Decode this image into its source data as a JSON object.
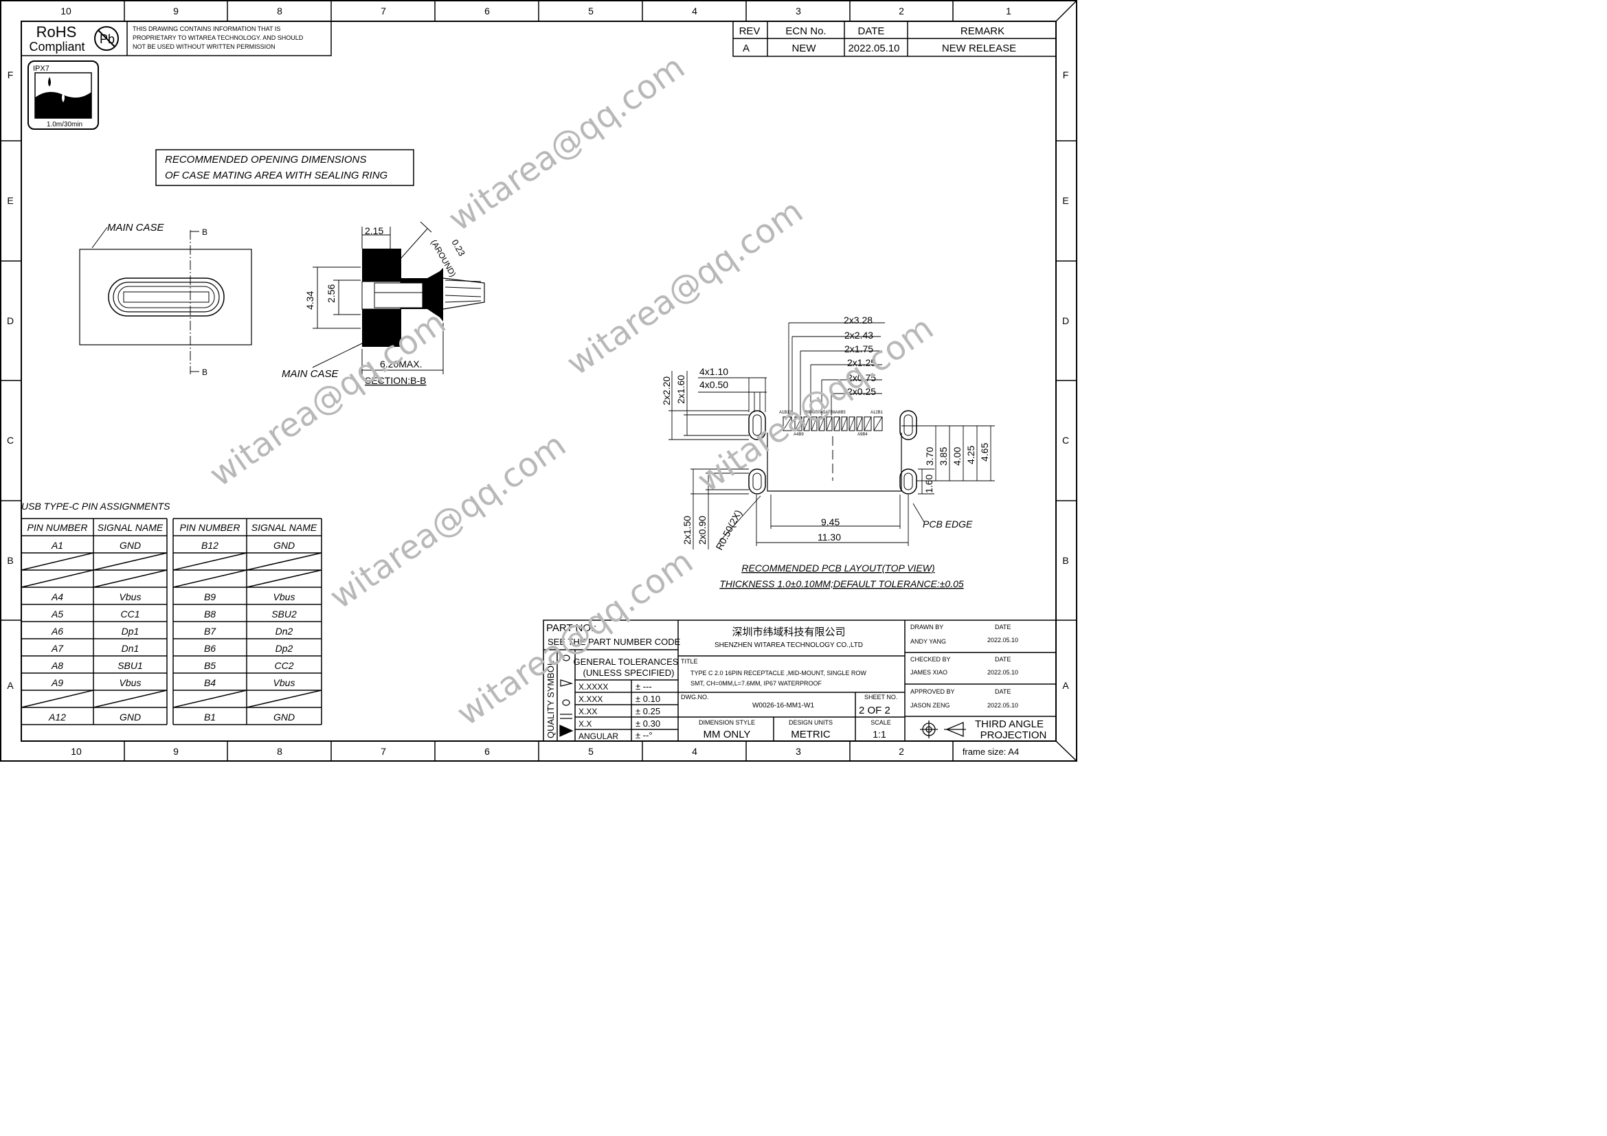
{
  "frame": {
    "col_labels": [
      "10",
      "9",
      "8",
      "7",
      "6",
      "5",
      "4",
      "3",
      "2",
      "1"
    ],
    "row_labels": [
      "F",
      "E",
      "D",
      "C",
      "B",
      "A"
    ],
    "frame_size": "frame size: A4"
  },
  "rohs": {
    "line1": "RoHS",
    "line2": "Compliant",
    "pb": "Pb",
    "notice": [
      "THIS DRAWING CONTAINS INFORMATION THAT IS",
      "PROPRIETARY TO  WITAREA TECHNOLOGY. AND SHOULD",
      "NOT BE USED WITHOUT WRITTEN PERMISSION"
    ]
  },
  "ipx7": {
    "label": "IPX7",
    "caption": "1.0m/30min"
  },
  "revision": {
    "headers": [
      "REV",
      "ECN No.",
      "DATE",
      "REMARK"
    ],
    "row": [
      "A",
      "NEW",
      "2022.05.10",
      "NEW RELEASE"
    ]
  },
  "opening_note": [
    "RECOMMENDED  OPENING  DIMENSIONS",
    "OF  CASE  MATING  AREA  WITH  SEALING  RING"
  ],
  "main_case_view": {
    "label": "MAIN  CASE",
    "section_mark": "B"
  },
  "section_view": {
    "dim_top": "2.15",
    "dim_diag": "0.23",
    "dim_diag_note": "(AROUND)",
    "dim_outer": "4.34",
    "dim_inner": "2.56",
    "dim_length": "6.20MAX.",
    "main_case": "MAIN  CASE",
    "caption": "SECTION:B-B"
  },
  "pcb": {
    "dims_top": [
      "2x3.28",
      "2x2.43",
      "2x1.75",
      "2x1.25",
      "2x0.75",
      "2x0.25"
    ],
    "dims_left": [
      "4x1.10",
      "4x0.50"
    ],
    "dims_vert_left": [
      "2x2.20",
      "2x1.60"
    ],
    "dims_right": [
      "3.70",
      "3.85",
      "4.00",
      "4.25",
      "4.65"
    ],
    "dim_160": "1.60",
    "dim_945": "9.45",
    "dim_1130": "11.30",
    "dims_lower_left": [
      "2x1.50",
      "2x0.90"
    ],
    "radius": "R0.50(2X)",
    "pcb_edge": "PCB  EDGE",
    "pin_labels_top": [
      "A1B12",
      "B9A6B7A5A7B8A8B5",
      "A12B1"
    ],
    "pin_labels_bottom": [
      "A4B9",
      "A9B4"
    ],
    "caption1": "RECOMMENDED  PCB  LAYOUT(TOP  VIEW)",
    "caption2": "THICKNESS  1.0±0.10MM;DEFAULT  TOLERANCE:±0.05"
  },
  "pin_table": {
    "title": "USB  TYPE-C  PIN  ASSIGNMENTS",
    "headers": [
      "PIN  NUMBER",
      "SIGNAL  NAME",
      "PIN  NUMBER",
      "SIGNAL  NAME"
    ],
    "rows": [
      [
        "A1",
        "GND",
        "B12",
        "GND"
      ],
      [
        "",
        "",
        "",
        ""
      ],
      [
        "",
        "",
        "",
        ""
      ],
      [
        "A4",
        "Vbus",
        "B9",
        "Vbus"
      ],
      [
        "A5",
        "CC1",
        "B8",
        "SBU2"
      ],
      [
        "A6",
        "Dp1",
        "B7",
        "Dn2"
      ],
      [
        "A7",
        "Dn1",
        "B6",
        "Dp2"
      ],
      [
        "A8",
        "SBU1",
        "B5",
        "CC2"
      ],
      [
        "A9",
        "Vbus",
        "B4",
        "Vbus"
      ],
      [
        "",
        "",
        "",
        ""
      ],
      [
        "A12",
        "GND",
        "B1",
        "GND"
      ]
    ]
  },
  "title_block": {
    "part_no": "PART  NO.:",
    "part_no_note": "SEE  THE  PART  NUMBER  CODE",
    "company_cn": "深圳市纬域科技有限公司",
    "company_en": "SHENZHEN WITAREA TECHNOLOGY CO.,LTD",
    "quality_symbol": "QUALITY  SYMBOL",
    "tol_title": [
      "GENERAL  TOLERANCES",
      "(UNLESS  SPECIFIED)"
    ],
    "tolerances": [
      [
        "X.XXXX",
        "± ---"
      ],
      [
        "X.XXX",
        "± 0.10"
      ],
      [
        "X.XX",
        "± 0.25"
      ],
      [
        "X.X",
        "± 0.30"
      ],
      [
        "ANGULAR",
        "± --°"
      ]
    ],
    "title_label": "TITLE",
    "title_text": [
      "TYPE C 2.0 16PIN RECEPTACLE ,MID-MOUNT, SINGLE ROW",
      "SMT, CH=0MM,L=7.6MM, IP67 WATERPROOF"
    ],
    "dwg_label": "DWG.NO.",
    "dwg_no": "W0026-16-MM1-W1",
    "sheet_label": "SHEET NO.",
    "sheet": "2  OF  2",
    "dim_style_label": "DIMENSION  STYLE",
    "dim_style": "MM  ONLY",
    "design_units_label": "DESIGN  UNITS",
    "design_units": "METRIC",
    "scale_label": "SCALE",
    "scale": "1:1",
    "drawn_by_label": "DRAWN  BY",
    "drawn_by": "ANDY  YANG",
    "checked_by_label": "CHECKED  BY",
    "checked_by": "JAMES  XIAO",
    "approved_by_label": "APPROVED  BY",
    "approved_by": "JASON  ZENG",
    "date_label": "DATE",
    "date": "2022.05.10",
    "projection": [
      "THIRD  ANGLE",
      "PROJECTION"
    ]
  },
  "watermark": "witarea@qq.com"
}
